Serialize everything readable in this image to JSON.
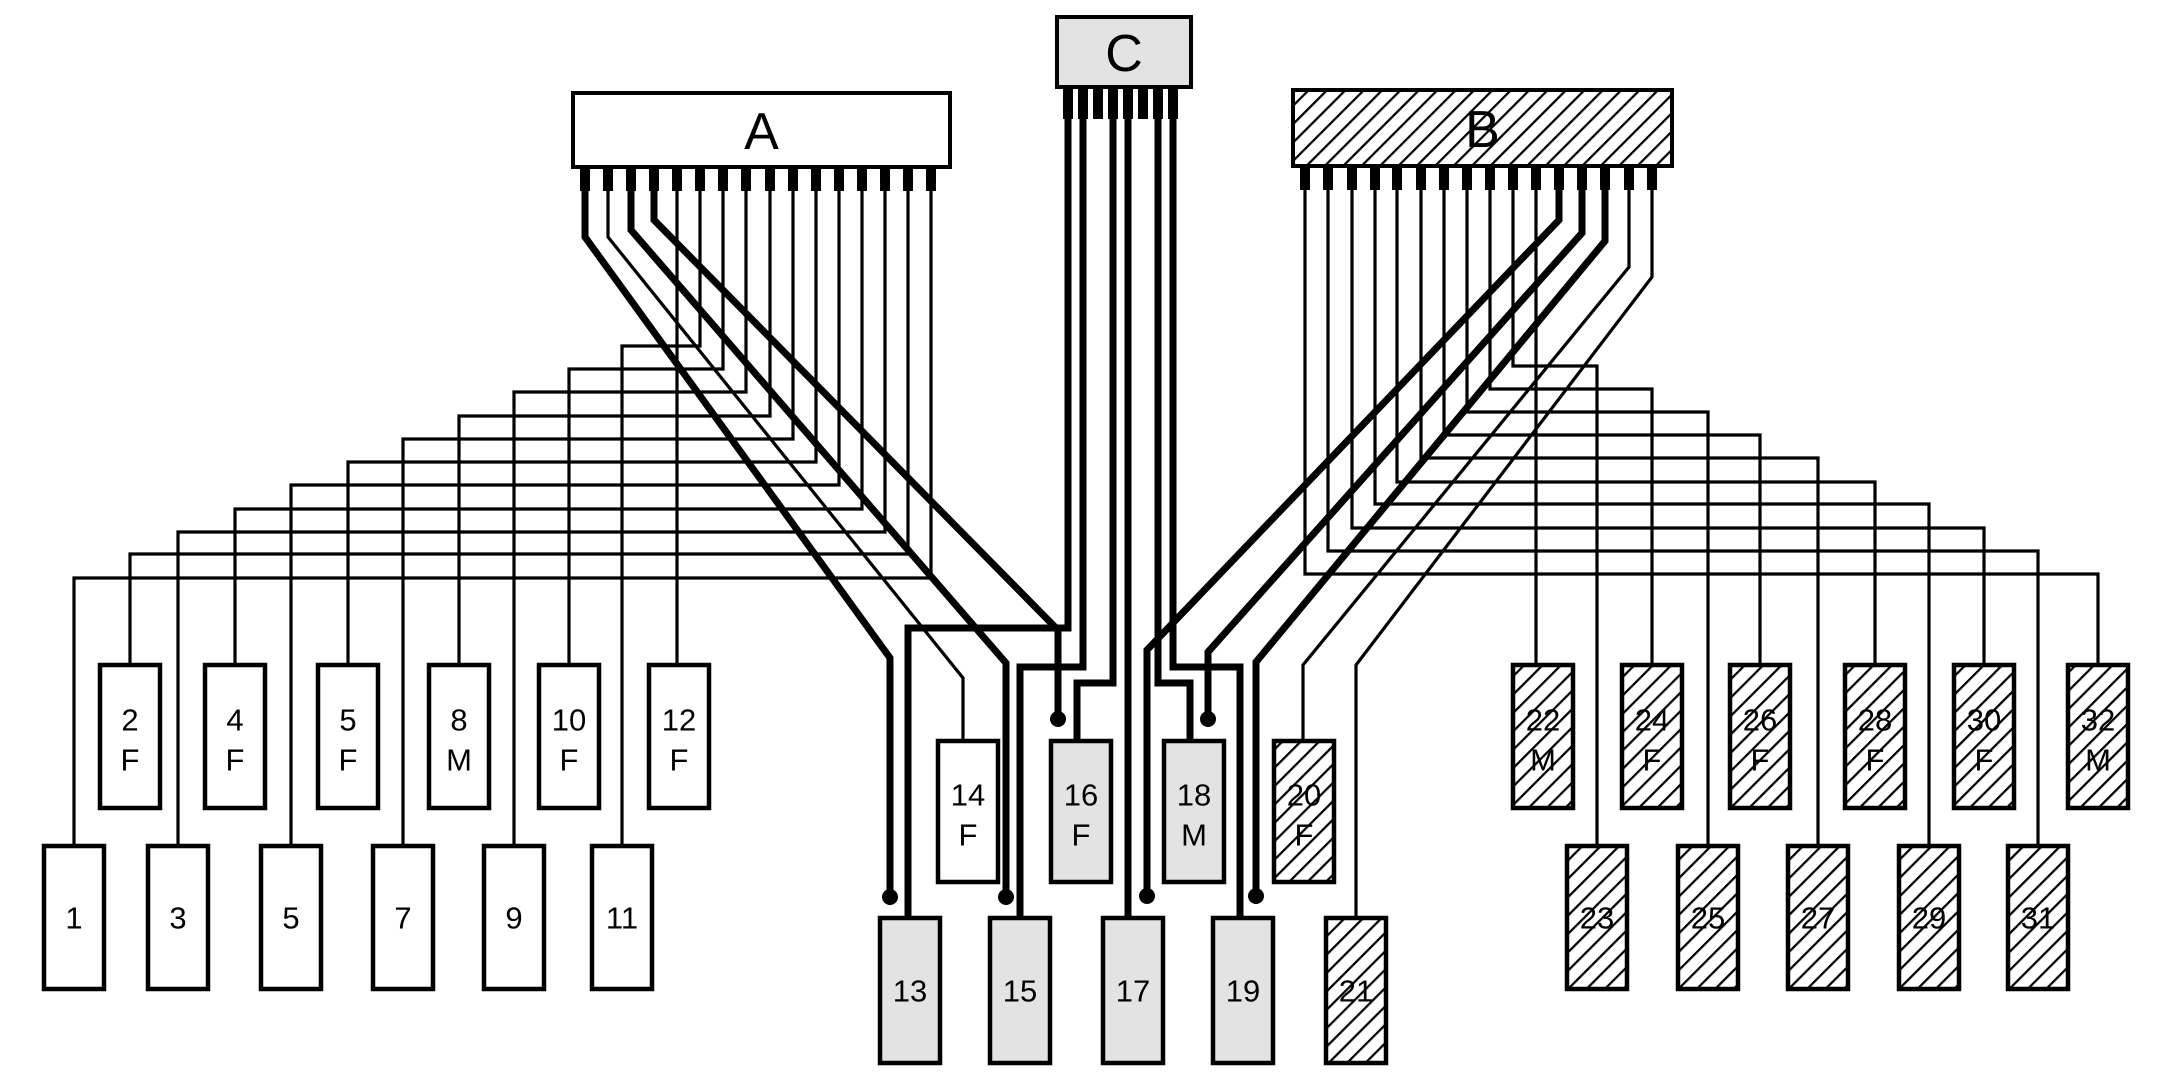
{
  "diagram": {
    "title": "Wiring harness connector diagram",
    "colors": {
      "line": "#000000",
      "background": "#ffffff",
      "gray_fill": "#e3e3e3",
      "plain_fill": "#ffffff",
      "hatch_stroke": "#000000"
    },
    "headers": [
      {
        "id": "A",
        "label": "A",
        "style": "plain",
        "pin_count": 16
      },
      {
        "id": "C",
        "label": "C",
        "style": "gray",
        "pin_count": 8
      },
      {
        "id": "B",
        "label": "B",
        "style": "hatched",
        "pin_count": 16
      }
    ],
    "connectors": [
      {
        "id": "1",
        "number": "1",
        "gender": "",
        "style": "plain"
      },
      {
        "id": "2",
        "number": "2",
        "gender": "F",
        "style": "plain"
      },
      {
        "id": "3",
        "number": "3",
        "gender": "",
        "style": "plain"
      },
      {
        "id": "4",
        "number": "4",
        "gender": "F",
        "style": "plain"
      },
      {
        "id": "5",
        "number": "5",
        "gender": "",
        "style": "plain"
      },
      {
        "id": "6",
        "number": "5",
        "gender": "F",
        "style": "plain"
      },
      {
        "id": "7",
        "number": "7",
        "gender": "",
        "style": "plain"
      },
      {
        "id": "8",
        "number": "8",
        "gender": "M",
        "style": "plain"
      },
      {
        "id": "9",
        "number": "9",
        "gender": "",
        "style": "plain"
      },
      {
        "id": "10",
        "number": "10",
        "gender": "F",
        "style": "plain"
      },
      {
        "id": "11",
        "number": "11",
        "gender": "",
        "style": "plain"
      },
      {
        "id": "12",
        "number": "12",
        "gender": "F",
        "style": "plain"
      },
      {
        "id": "13",
        "number": "13",
        "gender": "",
        "style": "gray"
      },
      {
        "id": "14",
        "number": "14",
        "gender": "F",
        "style": "plain"
      },
      {
        "id": "15",
        "number": "15",
        "gender": "",
        "style": "gray"
      },
      {
        "id": "16",
        "number": "16",
        "gender": "F",
        "style": "gray"
      },
      {
        "id": "17",
        "number": "17",
        "gender": "",
        "style": "gray"
      },
      {
        "id": "18",
        "number": "18",
        "gender": "M",
        "style": "gray"
      },
      {
        "id": "19",
        "number": "19",
        "gender": "",
        "style": "gray"
      },
      {
        "id": "20",
        "number": "20",
        "gender": "F",
        "style": "hatched"
      },
      {
        "id": "21",
        "number": "21",
        "gender": "",
        "style": "hatched"
      },
      {
        "id": "22",
        "number": "22",
        "gender": "M",
        "style": "hatched"
      },
      {
        "id": "23",
        "number": "23",
        "gender": "",
        "style": "hatched"
      },
      {
        "id": "24",
        "number": "24",
        "gender": "F",
        "style": "hatched"
      },
      {
        "id": "25",
        "number": "25",
        "gender": "",
        "style": "hatched"
      },
      {
        "id": "26",
        "number": "26",
        "gender": "F",
        "style": "hatched"
      },
      {
        "id": "27",
        "number": "27",
        "gender": "",
        "style": "hatched"
      },
      {
        "id": "28",
        "number": "28",
        "gender": "F",
        "style": "hatched"
      },
      {
        "id": "29",
        "number": "29",
        "gender": "",
        "style": "hatched"
      },
      {
        "id": "30",
        "number": "30",
        "gender": "F",
        "style": "hatched"
      },
      {
        "id": "31",
        "number": "31",
        "gender": "",
        "style": "hatched"
      },
      {
        "id": "32",
        "number": "32",
        "gender": "M",
        "style": "hatched"
      }
    ]
  }
}
